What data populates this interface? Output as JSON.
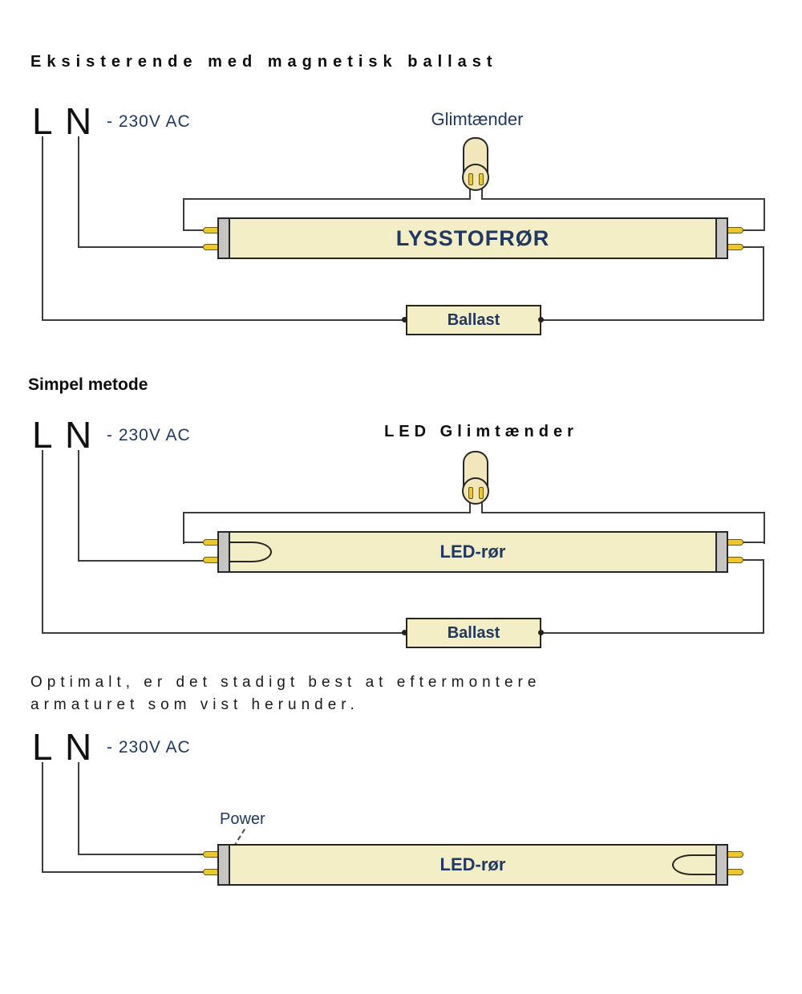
{
  "diagram1": {
    "title": "Eksisterende med magnetisk ballast",
    "line_label": "L",
    "neutral_label": "N",
    "voltage_label": "- 230V AC",
    "starter_label": "Glimtænder",
    "tube_label": "LYSSTOFRØR",
    "ballast_label": "Ballast"
  },
  "diagram2": {
    "title": "Simpel metode",
    "line_label": "L",
    "neutral_label": "N",
    "voltage_label": "- 230V AC",
    "starter_label": "LED Glimtænder",
    "tube_label": "LED-rør",
    "ballast_label": "Ballast"
  },
  "diagram3": {
    "note_line1": "Optimalt, er det stadigt best at eftermontere",
    "note_line2": "armaturet som vist herunder.",
    "line_label": "L",
    "neutral_label": "N",
    "voltage_label": "- 230V AC",
    "power_label": "Power",
    "tube_label": "LED-rør"
  },
  "colors": {
    "tube_fill": "#f4eec6",
    "cap_fill": "#c6c5c4",
    "pin_fill": "#edc82c",
    "wire": "#3d3d3d",
    "navy_text": "#1f3864"
  }
}
